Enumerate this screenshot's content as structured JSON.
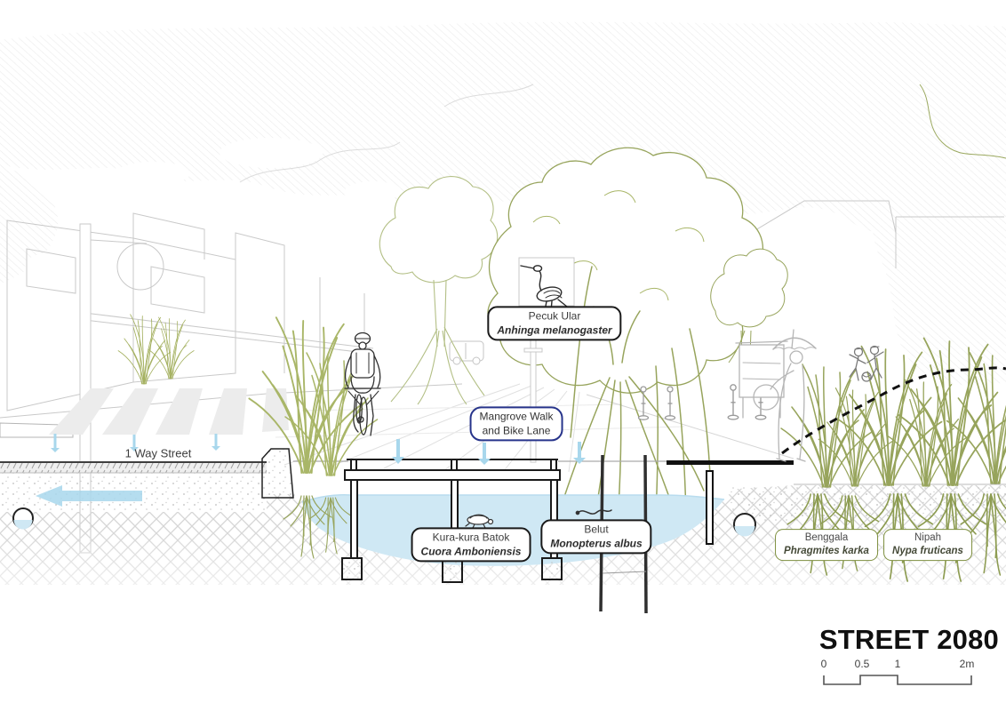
{
  "title": "STREET 2080",
  "annotations": {
    "street_direction": "1 Way Street"
  },
  "callouts": {
    "pecuk": {
      "common": "Pecuk Ular",
      "latin": "Anhinga melanogaster"
    },
    "mangrove_walk": {
      "line1": "Mangrove Walk",
      "line2": "and Bike Lane"
    },
    "kura": {
      "common": "Kura-kura Batok",
      "latin": "Cuora Amboniensis"
    },
    "belut": {
      "common": "Belut",
      "latin": "Monopterus albus"
    },
    "benggala": {
      "common": "Benggala",
      "latin": "Phragmites karka"
    },
    "nipah": {
      "common": "Nipah",
      "latin": "Nypa fruticans"
    }
  },
  "scale_bar": {
    "tick0": "0",
    "tick1": "0.5",
    "tick2": "1",
    "tick3": "2m"
  },
  "colors": {
    "water": "#cfe8f4",
    "arrow_blue": "#a8d7ec",
    "vegetation": "#97a45c",
    "vegetation_light": "#b3bf85",
    "label_black_border": "#1a1a1a",
    "label_blue_border": "#27348b",
    "label_green_border": "#7d8f3e"
  }
}
